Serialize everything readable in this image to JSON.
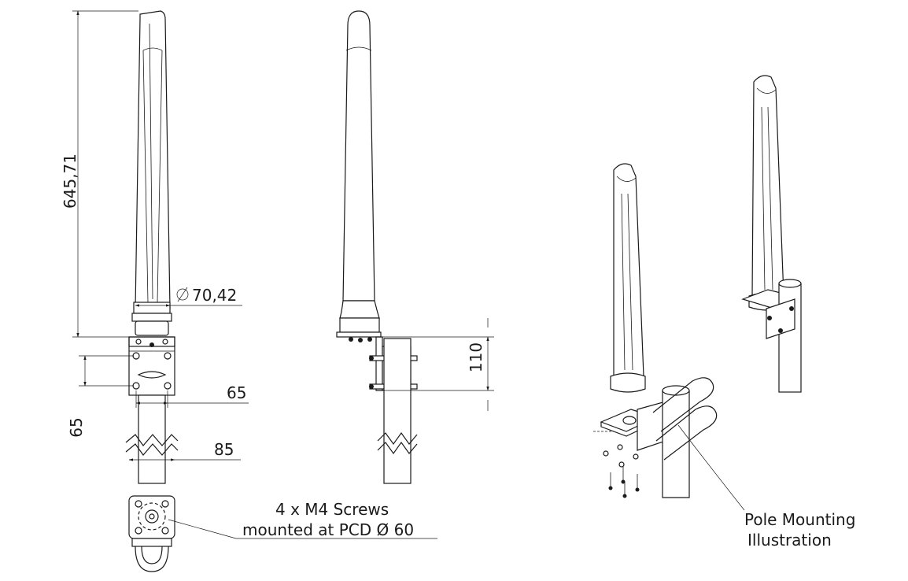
{
  "dimensions": {
    "height": "645,71",
    "diameter": "70,42",
    "base_width": "65",
    "pole_width": "85",
    "side_height": "65",
    "bracket_spacing": "110"
  },
  "notes": {
    "screws_line1": "4 x M4 Screws",
    "screws_line2": "mounted at PCD Ø 60",
    "pole_mount_line1": "Pole Mounting",
    "pole_mount_line2": "Illustration"
  }
}
